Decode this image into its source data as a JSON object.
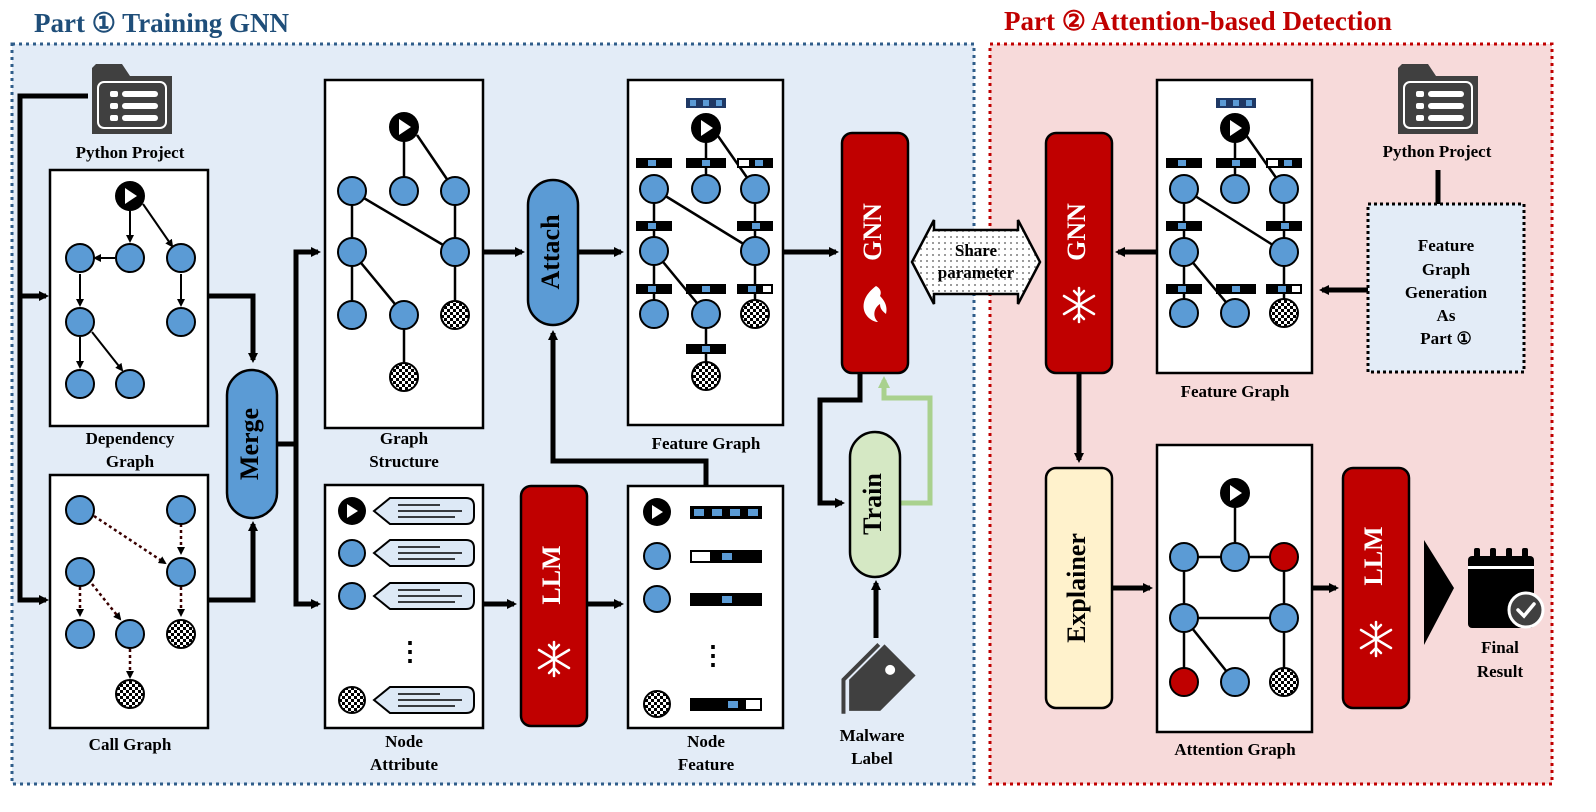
{
  "part1": {
    "title": "Part ① Training GNN"
  },
  "part2": {
    "title": "Part ② Attention-based Detection"
  },
  "colors": {
    "part1_bg": "#e3ecf7",
    "part1_border": "#2f5d8a",
    "part1_title": "#1f4e79",
    "part2_bg": "#f7dada",
    "part2_border": "#c00000",
    "part2_title": "#c00000",
    "node_blue": "#5b9bd5",
    "llm_red": "#c00000",
    "train_green": "#d5e8c4",
    "explainer_yellow": "#fff2cc",
    "attention_red": "#c00000",
    "train_arrow": "#a9d18e"
  },
  "labels": {
    "python_project_1": "Python Project",
    "dependency_graph_l1": "Dependency",
    "dependency_graph_l2": "Graph",
    "call_graph": "Call Graph",
    "merge": "Merge",
    "graph_structure_l1": "Graph",
    "graph_structure_l2": "Structure",
    "node_attribute_l1": "Node",
    "node_attribute_l2": "Attribute",
    "attach": "Attach",
    "llm_1": "LLM",
    "feature_graph_1": "Feature Graph",
    "node_feature_l1": "Node",
    "node_feature_l2": "Feature",
    "gnn_1": "GNN",
    "train": "Train",
    "malware_label_l1": "Malware",
    "malware_label_l2": "Label",
    "share_l1": "Share",
    "share_l2": "parameter",
    "gnn_2": "GNN",
    "feature_graph_2": "Feature Graph",
    "python_project_2": "Python Project",
    "fgg_l1": "Feature",
    "fgg_l2": "Graph",
    "fgg_l3": "Generation",
    "fgg_l4": "As",
    "fgg_l5": "Part ①",
    "explainer": "Explainer",
    "attention_graph": "Attention Graph",
    "llm_2": "LLM",
    "final_result_l1": "Final",
    "final_result_l2": "Result",
    "ellipsis": "⋮"
  },
  "icons": [
    "folder-list-icon",
    "play-icon",
    "checkered-node-icon",
    "flame-icon",
    "snowflake-icon",
    "tag-icon",
    "calendar-check-icon"
  ]
}
